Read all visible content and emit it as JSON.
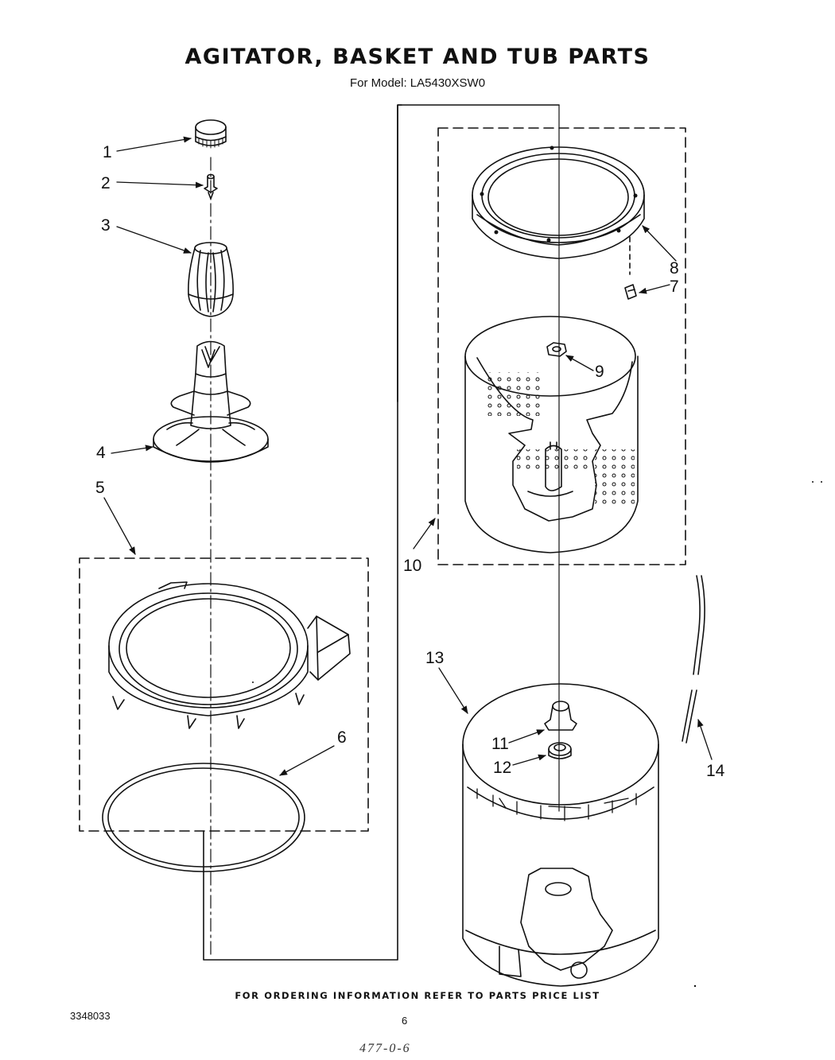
{
  "title": "AGITATOR, BASKET AND TUB PARTS",
  "subtitle": "For Model: LA5430XSW0",
  "footer_note": "FOR ORDERING INFORMATION REFER TO PARTS PRICE LIST",
  "doc_number": "3348033",
  "page_number": "6",
  "handwritten_mark": "477-0-6",
  "callouts": [
    "1",
    "2",
    "3",
    "4",
    "5",
    "6",
    "7",
    "8",
    "9",
    "10",
    "11",
    "12",
    "13",
    "14"
  ]
}
